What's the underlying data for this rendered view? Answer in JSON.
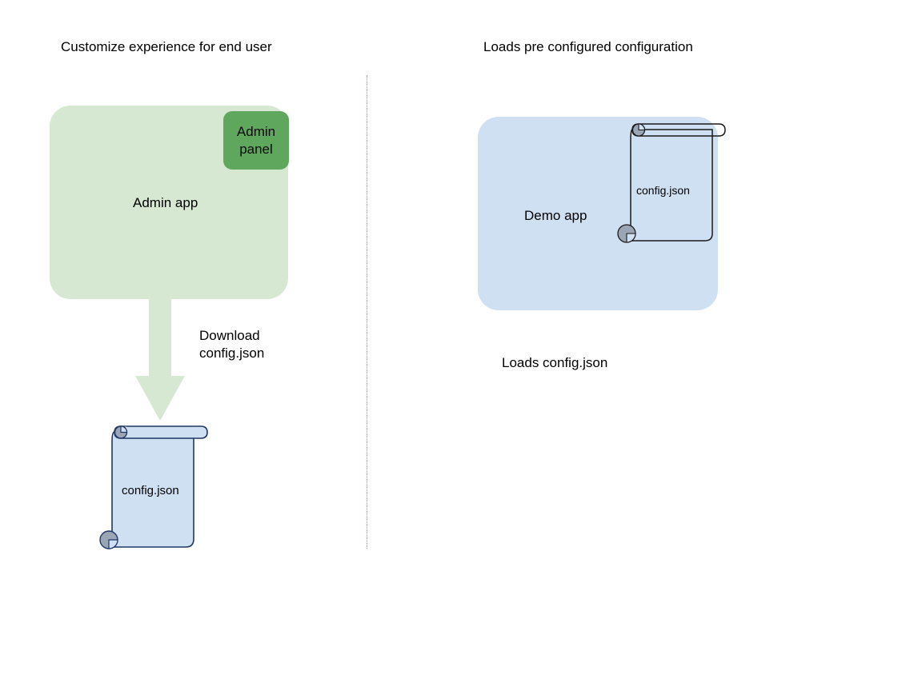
{
  "diagram": {
    "background_color": "#ffffff",
    "columns": [
      {
        "heading": "Customize experience for end user",
        "app": {
          "label": "Admin app",
          "fill": "#d6e8d1",
          "badge": {
            "line1": "Admin",
            "line2": "panel",
            "fill": "#5fa75c"
          }
        },
        "arrow": {
          "label_line1": "Download",
          "label_line2": "config.json",
          "color": "#d6e8d1",
          "direction": "down"
        },
        "document": {
          "label": "config.json",
          "fill": "#cfe0f3",
          "stroke": "#1f3864",
          "curl_fill": "#9aa6b5",
          "icon": "scroll-icon"
        }
      },
      {
        "heading": "Loads pre configured configuration",
        "app": {
          "label": "Demo app",
          "fill": "#cfe0f3"
        },
        "document": {
          "label": "config.json",
          "fill": "transparent",
          "stroke": "#1a1a1a",
          "curl_fill": "#9aa6b5",
          "icon": "scroll-icon"
        },
        "caption": "Loads config.json"
      }
    ],
    "divider": {
      "style": "dotted",
      "color": "#9a8f8f"
    }
  }
}
